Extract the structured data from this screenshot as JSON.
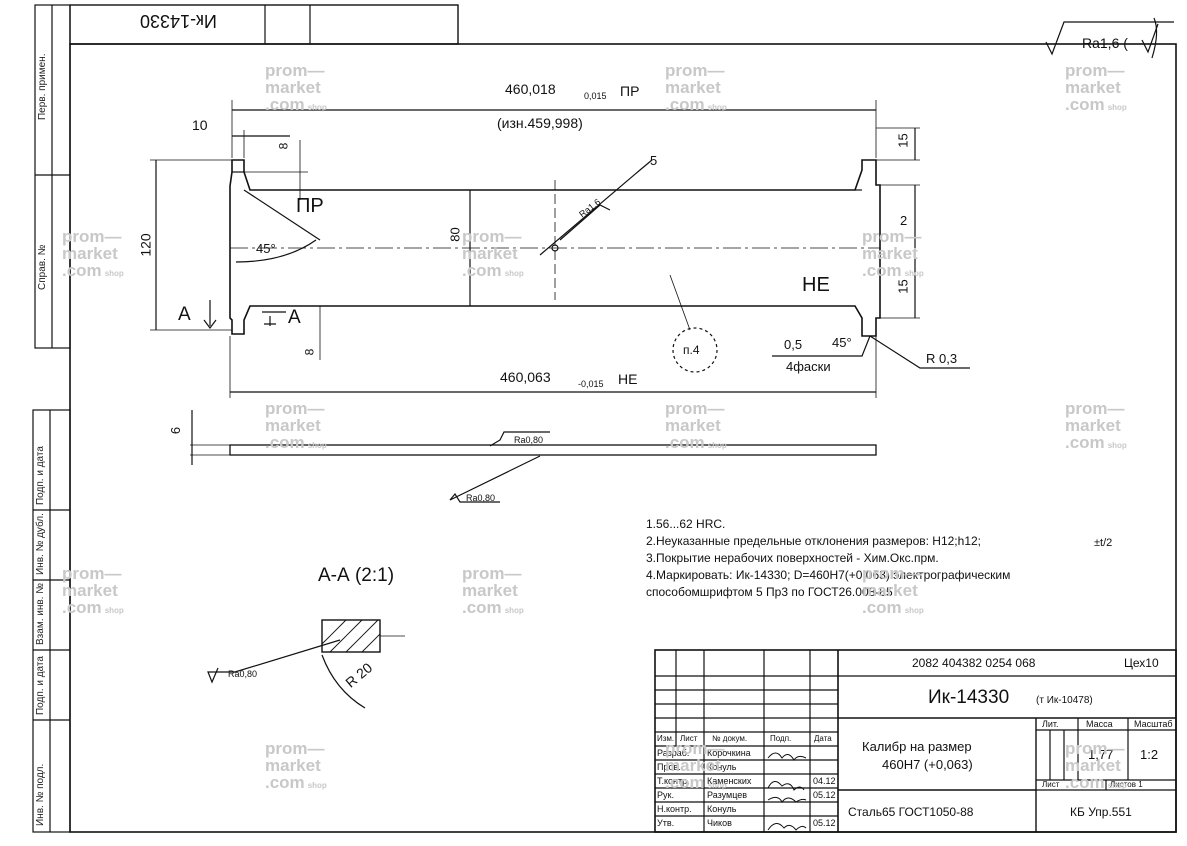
{
  "drawing": {
    "stamp_rotated": "Ик-14330",
    "roughness_general": "Ra1,6 (",
    "dim_top_nominal": "460,018",
    "dim_top_tol": "0,015",
    "dim_top_mark": "ПР",
    "dim_top_worn": "(изн.459,998)",
    "dim_left_10": "10",
    "dim_8_top": "8",
    "dim_15_top": "15",
    "dim_2": "2",
    "dim_15_right": "15",
    "dim_120": "120",
    "dim_80": "80",
    "label_pr": "ПР",
    "label_ne": "НЕ",
    "angle_45": "45°",
    "section_mark_a_left": "А",
    "section_mark_a_right": "А",
    "dim_8_bottom": "8",
    "note_ref_5": "5",
    "ra_small_diag": "Ra1,6",
    "note_ref_p4": "п.4",
    "chamfer_dim": "0,5",
    "chamfer_angle": "45°",
    "chamfer_count": "4фаски",
    "radius_03": "R 0,3",
    "dim_bottom_nominal": "460,063",
    "dim_bottom_tol": "-0,015",
    "dim_bottom_mark": "НЕ",
    "dim_6": "6",
    "ra_edge_top": "Ra0,80",
    "ra_edge_bottom": "Ra0,80",
    "section_title": "А-А (2:1)",
    "ra_section": "Ra0,80",
    "radius_20": "R 20"
  },
  "notes": [
    "1.56...62 HRC.",
    "2.Неуказанные предельные отклонения размеров: H12;h12;",
    "3.Покрытие нерабочих поверхностей - Хим.Окс.прм.",
    "4.Маркировать: Ик-14330; D=460H7(+0,063)  электрографическим",
    "способомшрифтом 5 Пр3 по ГОСТ26.008-85"
  ],
  "note2_suffix": "±t/2",
  "left_strip": [
    "Перв. примен.",
    "Справ. №",
    "Подп. и дата",
    "Инв. № дубл.",
    "Взам. инв. №",
    "Подп. и дата",
    "Инв. № подл."
  ],
  "title_block": {
    "code": "2082 404382 0254 068",
    "shop": "Цех10",
    "designation": "Ик-14330",
    "designation_note": "(т Ик-10478)",
    "name_line1": "Калибр на размер",
    "name_line2": "460H7  (+0,063)",
    "col_lit": "Лит.",
    "col_mass": "Масса",
    "col_scale": "Масштаб",
    "mass": "1,77",
    "scale": "1:2",
    "sheet_label": "Лист",
    "sheets_label": "Листов 1",
    "material": "Сталь65  ГОСТ1050-88",
    "org": "КБ   Упр.551",
    "rev_headers": [
      "Изм.",
      "Лист",
      "№ докум.",
      "Подп.",
      "Дата"
    ],
    "roles": [
      {
        "role": "Разраб.",
        "name": "Корочкина",
        "date": ""
      },
      {
        "role": "Пров.",
        "name": "Конуль",
        "date": ""
      },
      {
        "role": "Т.контр.",
        "name": "Каменских",
        "date": "04.12"
      },
      {
        "role": "Рук.",
        "name": "Разумцев",
        "date": "05.12"
      },
      {
        "role": "Н.контр.",
        "name": "Конуль",
        "date": ""
      },
      {
        "role": "Утв.",
        "name": "Чиков",
        "date": "05.12"
      }
    ]
  },
  "watermarks": [
    {
      "l1": "prom—",
      "l2": "market",
      "l3": ".com",
      "shop": "shop"
    }
  ]
}
